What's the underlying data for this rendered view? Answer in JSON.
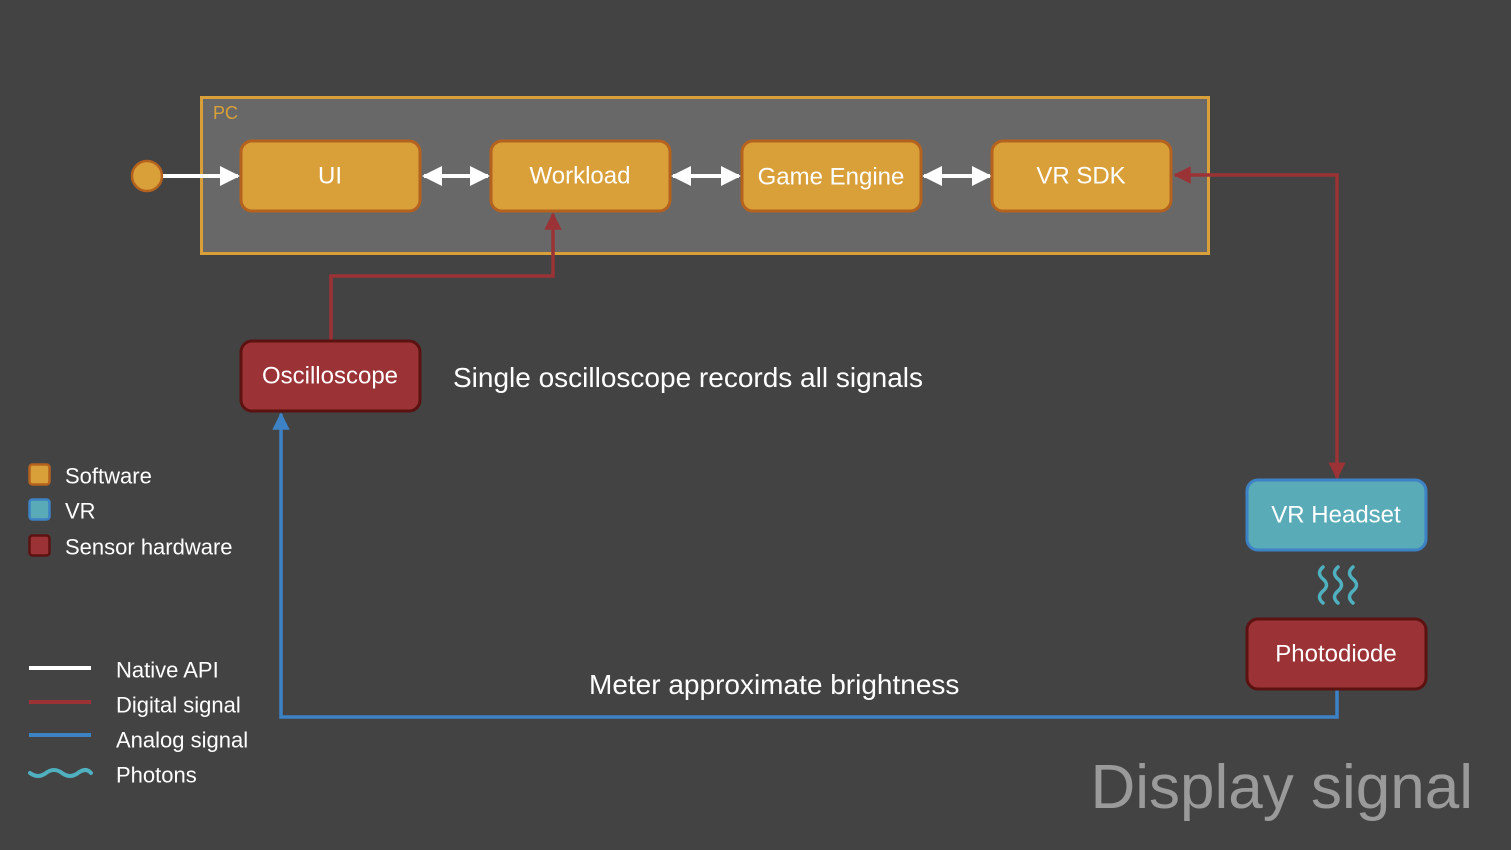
{
  "colors": {
    "background": "#434343",
    "software_fill": "#d9a03a",
    "software_stroke": "#b5621e",
    "vr_fill": "#59abb8",
    "vr_stroke": "#3c82c4",
    "sensor_fill": "#9a3236",
    "sensor_stroke": "#5c1210",
    "native_api": "#ffffff",
    "digital_signal": "#9a3236",
    "analog_signal": "#3c82c4",
    "photons": "#4fb0c0",
    "pc_group_fill": "#686868",
    "pc_group_stroke": "#d9a03a",
    "title": "#9a9a9a"
  },
  "pc_group": {
    "label": "PC"
  },
  "nodes": {
    "ui": {
      "label": "UI",
      "category": "software"
    },
    "workload": {
      "label": "Workload",
      "category": "software"
    },
    "game_engine": {
      "label": "Game Engine",
      "category": "software"
    },
    "vr_sdk": {
      "label": "VR SDK",
      "category": "software"
    },
    "oscilloscope": {
      "label": "Oscilloscope",
      "category": "sensor"
    },
    "vr_headset": {
      "label": "VR Headset",
      "category": "vr"
    },
    "photodiode": {
      "label": "Photodiode",
      "category": "sensor"
    }
  },
  "edges": [
    {
      "from": "start",
      "to": "ui",
      "type": "native_api",
      "direction": "forward"
    },
    {
      "from": "ui",
      "to": "workload",
      "type": "native_api",
      "direction": "both"
    },
    {
      "from": "workload",
      "to": "game_engine",
      "type": "native_api",
      "direction": "both"
    },
    {
      "from": "game_engine",
      "to": "vr_sdk",
      "type": "native_api",
      "direction": "both"
    },
    {
      "from": "oscilloscope",
      "to": "workload",
      "type": "digital_signal",
      "direction": "forward"
    },
    {
      "from": "vr_sdk",
      "to": "vr_headset",
      "type": "digital_signal",
      "direction": "both"
    },
    {
      "from": "vr_headset",
      "to": "photodiode",
      "type": "photons",
      "direction": "none"
    },
    {
      "from": "photodiode",
      "to": "oscilloscope",
      "type": "analog_signal",
      "direction": "forward"
    }
  ],
  "annotations": {
    "oscilloscope_note": "Single oscilloscope records all signals",
    "brightness_note": "Meter approximate brightness"
  },
  "legend": {
    "categories": [
      {
        "label": "Software",
        "key": "software"
      },
      {
        "label": "VR",
        "key": "vr"
      },
      {
        "label": "Sensor hardware",
        "key": "sensor"
      }
    ],
    "lines": [
      {
        "label": "Native API",
        "key": "native_api"
      },
      {
        "label": "Digital signal",
        "key": "digital_signal"
      },
      {
        "label": "Analog signal",
        "key": "analog_signal"
      },
      {
        "label": "Photons",
        "key": "photons"
      }
    ]
  },
  "title": "Display signal"
}
